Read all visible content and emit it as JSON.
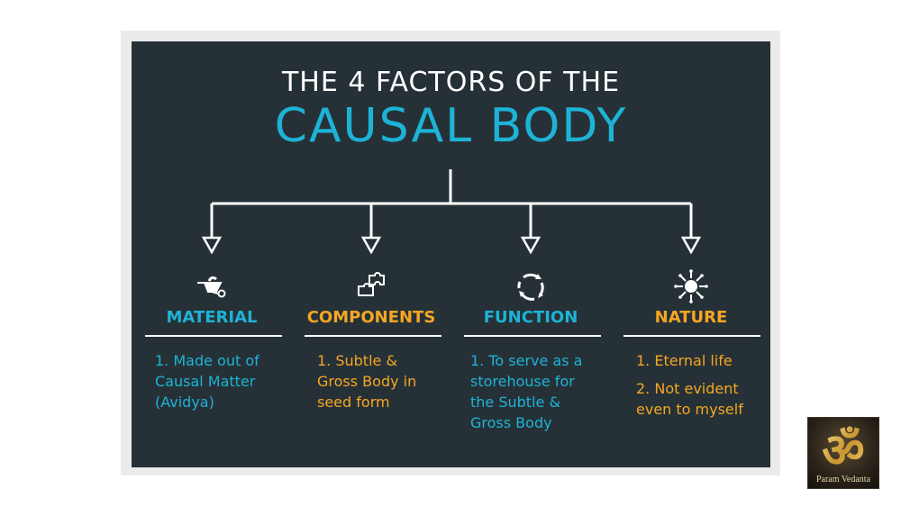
{
  "title_line1": "THE 4 FACTORS OF THE",
  "title_line2": "CAUSAL BODY",
  "colors": {
    "background": "#263137",
    "blue": "#1db3d6",
    "orange": "#f5a623",
    "line": "#ffffff"
  },
  "factors": [
    {
      "title": "MATERIAL",
      "icon": "wheelbarrow-icon",
      "color": "blue",
      "items": [
        "1. Made out of\nCausal Matter\n(Avidya)"
      ]
    },
    {
      "title": "COMPONENTS",
      "icon": "puzzle-icon",
      "color": "orange",
      "items": [
        "1. Subtle &\nGross Body in\nseed form"
      ]
    },
    {
      "title": "FUNCTION",
      "icon": "cycle-arrows-icon",
      "color": "blue",
      "items": [
        "1. To serve as  a\nstorehouse for\nthe Subtle &\nGross Body"
      ]
    },
    {
      "title": "NATURE",
      "icon": "sun-burst-icon",
      "color": "orange",
      "items": [
        "1. Eternal life",
        "2. Not evident\neven to myself"
      ]
    }
  ],
  "logo": {
    "symbol": "ॐ",
    "caption": "Param Vedanta"
  }
}
